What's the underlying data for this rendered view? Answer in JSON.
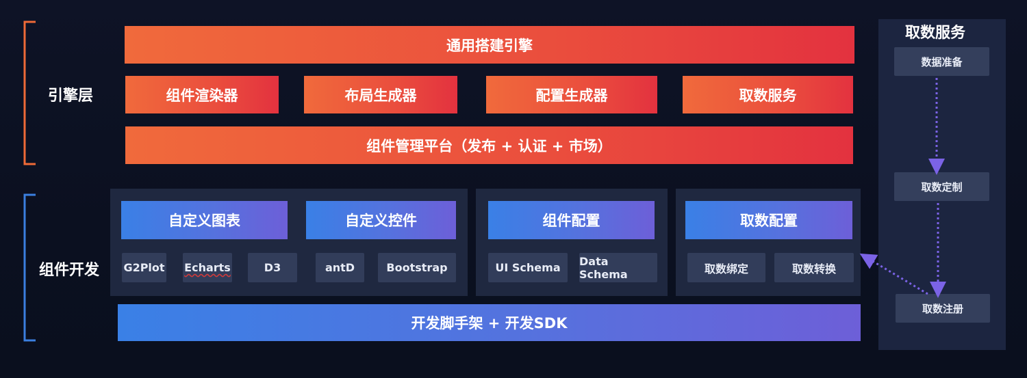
{
  "engine_layer": {
    "label": "引擎层",
    "top_bar": "通用搭建引擎",
    "modules": [
      "组件渲染器",
      "布局生成器",
      "配置生成器",
      "取数服务"
    ],
    "platform_bar": "组件管理平台（发布 + 认证 + 市场）"
  },
  "component_layer": {
    "label": "组件开发",
    "custom_chart": {
      "title": "自定义图表",
      "chips": [
        "G2Plot",
        "Echarts",
        "D3"
      ]
    },
    "custom_control": {
      "title": "自定义控件",
      "chips": [
        "antD",
        "Bootstrap"
      ]
    },
    "component_config": {
      "title": "组件配置",
      "chips": [
        "UI Schema",
        "Data Schema"
      ]
    },
    "data_config": {
      "title": "取数配置",
      "chips": [
        "取数绑定",
        "取数转换"
      ]
    },
    "sdk_bar": "开发脚手架 + 开发SDK"
  },
  "data_service": {
    "title": "取数服务",
    "steps": [
      "数据准备",
      "取数定制",
      "取数注册"
    ]
  },
  "colors": {
    "orange_start": "#f06a3c",
    "orange_end": "#e3323f",
    "blue_start": "#3a80e6",
    "blue_end": "#6d5fd8",
    "bracket_orange": "#ef6a37",
    "bracket_blue": "#3b7fe0",
    "arrow": "#7b63e6",
    "panel": "#1f2840",
    "background": "#0b1020"
  }
}
